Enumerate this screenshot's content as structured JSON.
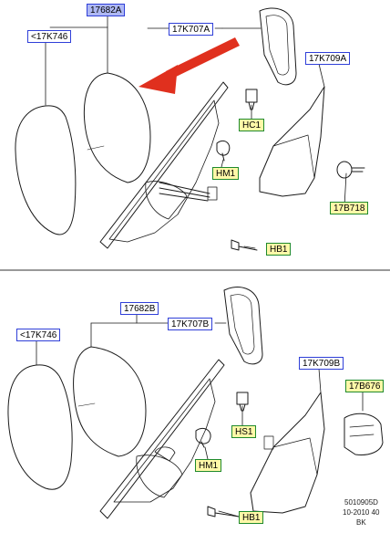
{
  "top_panel": {
    "labels": {
      "mirror_assembly": "17682A",
      "glass_left": "<17K746",
      "housing": "17K707A",
      "cover_trim": "17K709A",
      "clip_hc": "HC1",
      "clip_hm_top": "HM1",
      "bolt_top": "HB1",
      "motor_top": "17B718"
    }
  },
  "bottom_panel": {
    "labels": {
      "mirror_assembly": "17682B",
      "glass_left": "<17K746",
      "housing": "17K707B",
      "cover_trim": "17K709B",
      "motor": "17B676",
      "clip_hs": "HS1",
      "clip_hm": "HM1",
      "bolt": "HB1"
    }
  },
  "footer": {
    "line1": "5010905D",
    "line2": "10-2010 40",
    "line3": "BK"
  },
  "colors": {
    "blue_border": "#2f3fd8",
    "blue_fill": "#aeb8f4",
    "green_border": "#1f8a2c",
    "green_fill": "#fff8a8",
    "arrow": "#e0301e"
  }
}
